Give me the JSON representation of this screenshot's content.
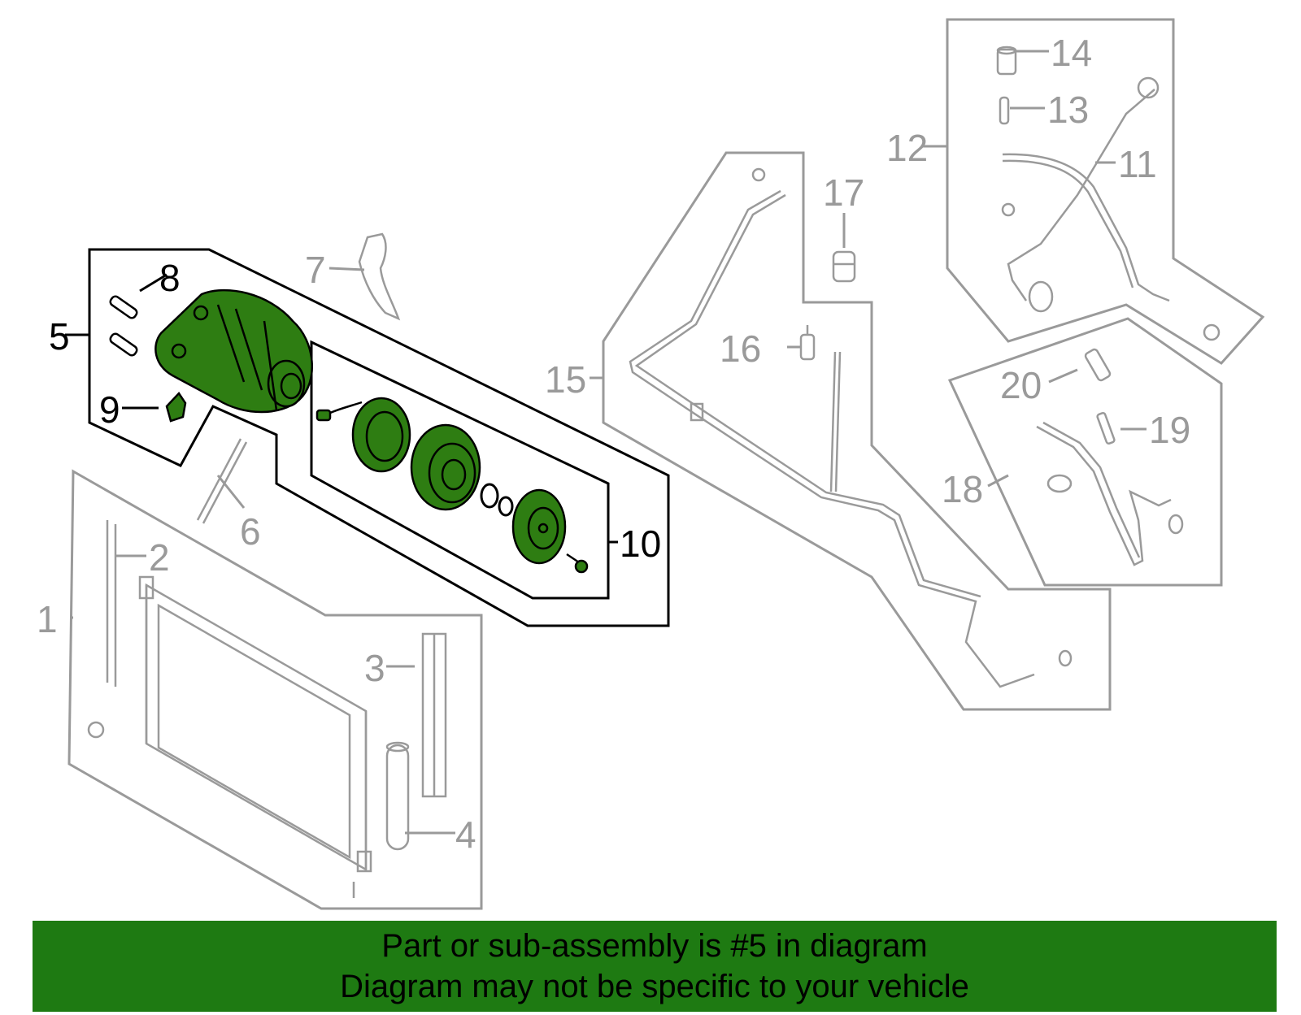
{
  "colors": {
    "highlight_part": "#2e7d12",
    "banner_background": "#1e7a12",
    "inactive_outline": "#9a9a9a",
    "active_outline": "#000000"
  },
  "highlighted_part": "5",
  "callouts": {
    "c1": "1",
    "c2": "2",
    "c3": "3",
    "c4": "4",
    "c5": "5",
    "c6": "6",
    "c7": "7",
    "c8": "8",
    "c9": "9",
    "c10": "10",
    "c11": "11",
    "c12": "12",
    "c13": "13",
    "c14": "14",
    "c15": "15",
    "c16": "16",
    "c17": "17",
    "c18": "18",
    "c19": "19",
    "c20": "20"
  },
  "banner": {
    "line1": "Part or sub-assembly is #5 in diagram",
    "line2": "Diagram may not be specific to your vehicle"
  }
}
